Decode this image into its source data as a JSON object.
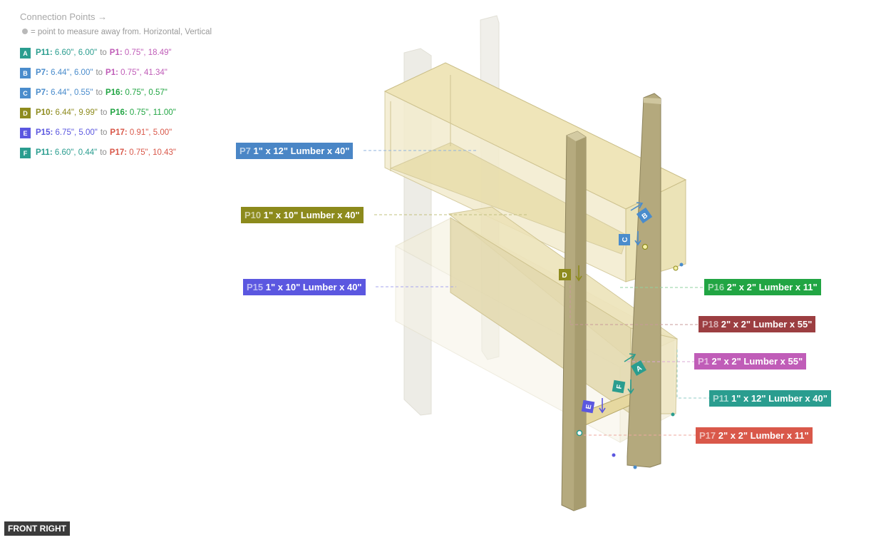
{
  "legend": {
    "title": "Connection Points →",
    "note": "= point to measure away from. Horizontal, Vertical",
    "to_word": "to",
    "rows": [
      {
        "badge": "A",
        "color": "#2a9d8f",
        "p_from": "P11:",
        "from_color": "#2a9d8f",
        "v_from": "6.60\", 6.00\"",
        "p_to": "P1:",
        "to_color": "#c05db8",
        "v_to": "0.75\", 18.49\""
      },
      {
        "badge": "B",
        "color": "#4a8ccc",
        "p_from": "P7:",
        "from_color": "#4a8ccc",
        "v_from": "6.44\", 6.00\"",
        "p_to": "P1:",
        "to_color": "#c05db8",
        "v_to": "0.75\", 41.34\""
      },
      {
        "badge": "C",
        "color": "#4a8ccc",
        "p_from": "P7:",
        "from_color": "#4a8ccc",
        "v_from": "6.44\", 0.55\"",
        "p_to": "P16:",
        "to_color": "#21a543",
        "v_to": "0.75\", 0.57\""
      },
      {
        "badge": "D",
        "color": "#8e8b1e",
        "p_from": "P10:",
        "from_color": "#8e8b1e",
        "v_from": "6.44\", 9.99\"",
        "p_to": "P16:",
        "to_color": "#21a543",
        "v_to": "0.75\", 11.00\""
      },
      {
        "badge": "E",
        "color": "#5b57e0",
        "p_from": "P15:",
        "from_color": "#5b57e0",
        "v_from": "6.75\", 5.00\"",
        "p_to": "P17:",
        "to_color": "#d9584a",
        "v_to": "0.91\", 5.00\""
      },
      {
        "badge": "F",
        "color": "#2a9d8f",
        "p_from": "P11:",
        "from_color": "#2a9d8f",
        "v_from": "6.60\", 0.44\"",
        "p_to": "P17:",
        "to_color": "#d9584a",
        "v_to": "0.75\", 10.43\""
      }
    ]
  },
  "part_labels": [
    {
      "pid": "P7",
      "text": "1\" x 12\" Lumber  x 40\"",
      "color": "#4a86c6"
    },
    {
      "pid": "P10",
      "text": "1\" x 10\" Lumber  x 40\"",
      "color": "#8c8a1c"
    },
    {
      "pid": "P15",
      "text": "1\" x 10\" Lumber  x 40\"",
      "color": "#5b57e0"
    },
    {
      "pid": "P16",
      "text": "2\" x 2\" Lumber x 11\"",
      "color": "#21a543"
    },
    {
      "pid": "P18",
      "text": "2\" x 2\" Lumber x 55\"",
      "color": "#9c3e41"
    },
    {
      "pid": "P1",
      "text": "2\" x 2\" Lumber x 55\"",
      "color": "#c05db8"
    },
    {
      "pid": "P11",
      "text": "1\" x 12\" Lumber  x 40\"",
      "color": "#2a9d8f"
    },
    {
      "pid": "P17",
      "text": "2\" x 2\" Lumber x 11\"",
      "color": "#d9584a"
    }
  ],
  "view_label": "FRONT RIGHT"
}
